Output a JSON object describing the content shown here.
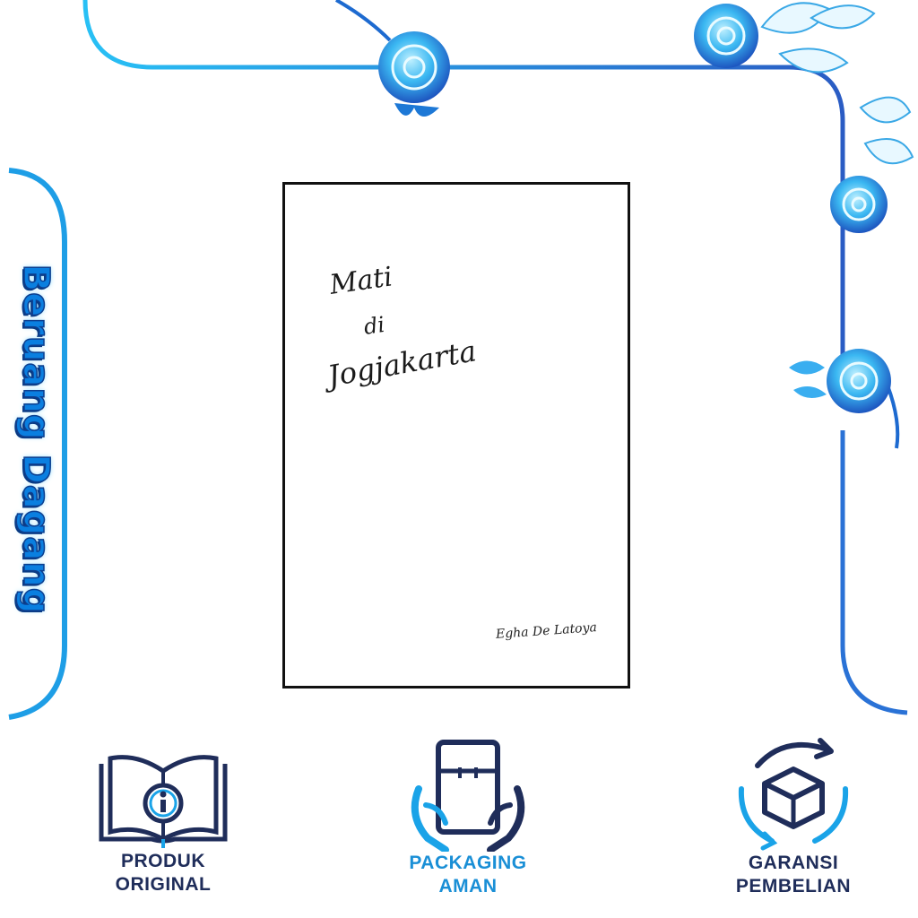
{
  "brand": {
    "text": "Beruang Dagang"
  },
  "book": {
    "title_line_1": "Mati",
    "title_line_2": "di",
    "title_line_3": "Jogjakarta",
    "author": "Egha De Latoya"
  },
  "features": [
    {
      "line1": "PRODUK",
      "line2": "ORIGINAL",
      "icon": "info-book-icon"
    },
    {
      "line1": "PACKAGING",
      "line2": "AMAN",
      "icon": "package-hands-icon"
    },
    {
      "line1": "GARANSI",
      "line2": "PEMBELIAN",
      "icon": "box-refresh-icon"
    }
  ],
  "colors": {
    "frame_blue": "#1aa3e8",
    "frame_dark": "#2456b8",
    "label_dark": "#1f2d5a",
    "label_blue": "#1a8fd6"
  }
}
